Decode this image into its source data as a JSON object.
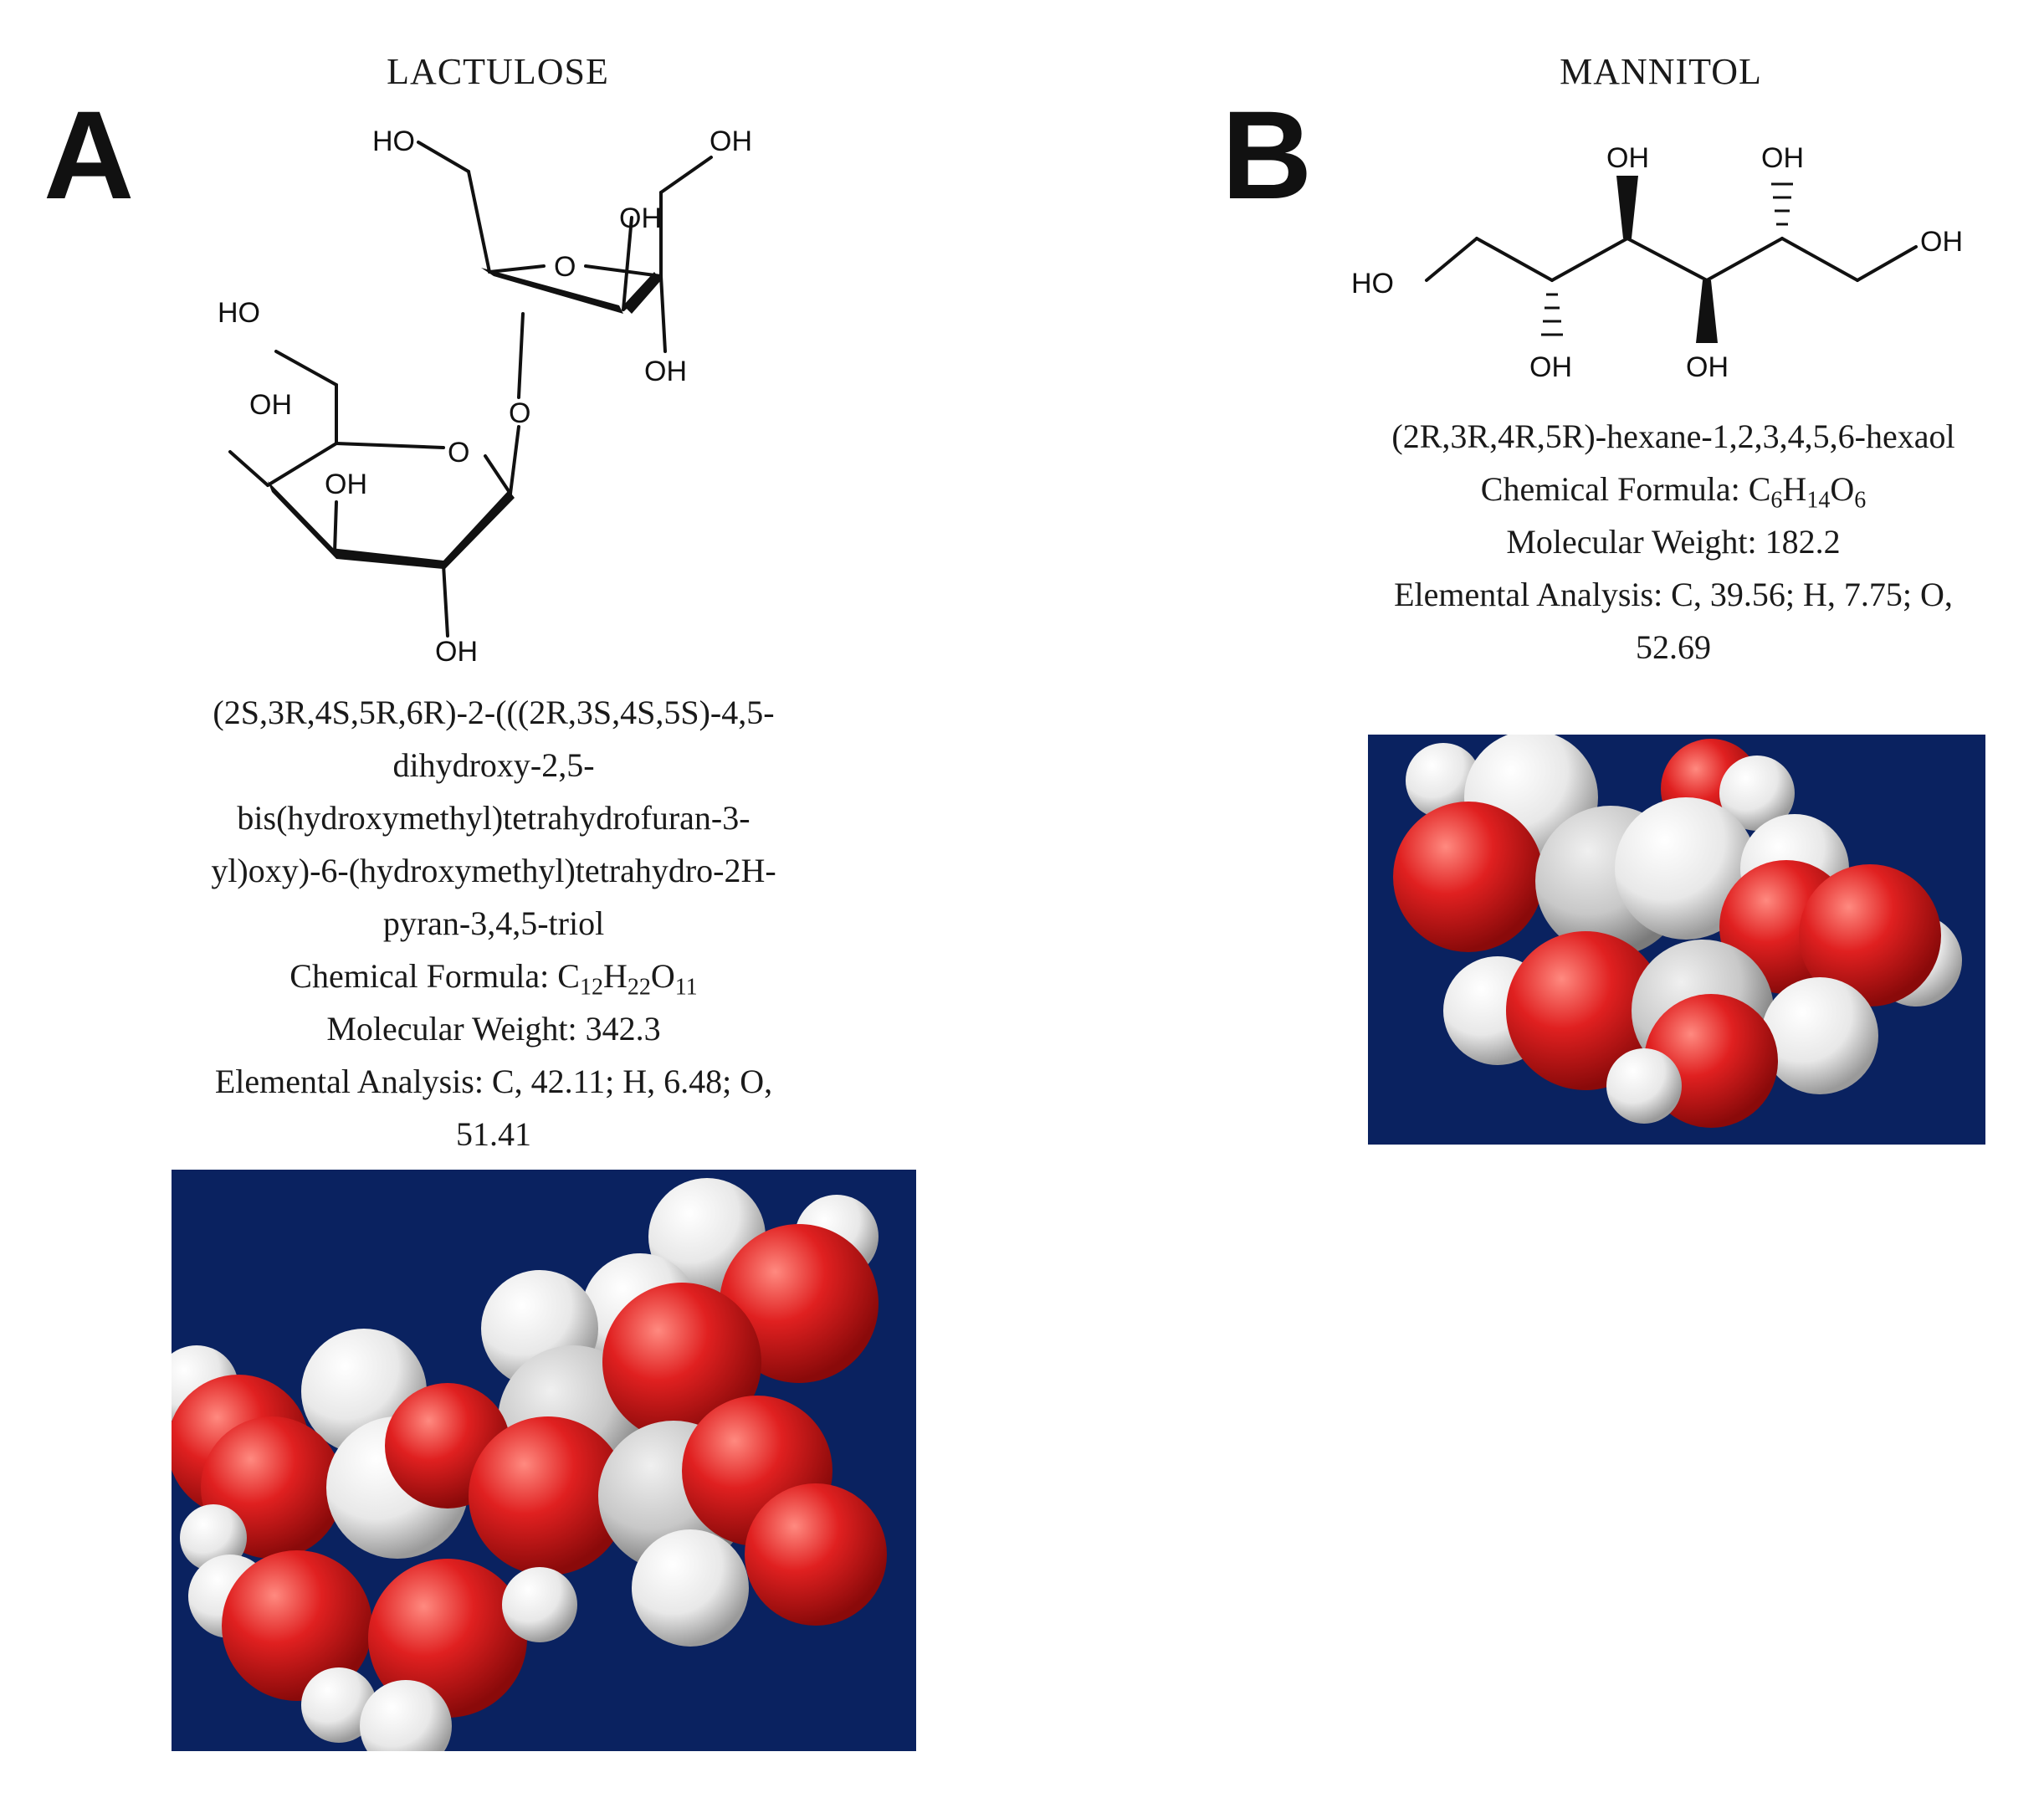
{
  "panels": [
    {
      "letter": "A",
      "title": "LACTULOSE",
      "iupac_lines": [
        "(2S,3R,4S,5R,6R)-2-(((2R,3S,4S,5S)-4,5-",
        "dihydroxy-2,5-",
        "bis(hydroxymethyl)tetrahydrofuran-3-",
        "yl)oxy)-6-(hydroxymethyl)tetrahydro-2H-",
        "pyran-3,4,5-triol"
      ],
      "formula_label": "Chemical Formula: ",
      "formula": [
        {
          "el": "C",
          "n": "12"
        },
        {
          "el": "H",
          "n": "22"
        },
        {
          "el": "O",
          "n": "11"
        }
      ],
      "mw_label": "Molecular Weight: 342.3",
      "ea_line1": "Elemental Analysis: C, 42.11; H, 6.48; O,",
      "ea_line2": "51.41",
      "structure_labels": {
        "ho_top": "HO",
        "oh_top": "OH",
        "oh_mid": "OH",
        "ring_o_furan": "O",
        "oh_furan_bottom": "OH",
        "ho_left": "HO",
        "oh_left": "OH",
        "link_o": "O",
        "ring_o_pyran": "O",
        "oh_inner": "OH",
        "oh_bottom": "OH"
      }
    },
    {
      "letter": "B",
      "title": "MANNITOL",
      "iupac_line": "(2R,3R,4R,5R)-hexane-1,2,3,4,5,6-hexaol",
      "formula_label": "Chemical Formula: ",
      "formula": [
        {
          "el": "C",
          "n": "6"
        },
        {
          "el": "H",
          "n": "14"
        },
        {
          "el": "O",
          "n": "6"
        }
      ],
      "mw_label": "Molecular Weight: 182.2",
      "ea_line1": "Elemental Analysis: C, 39.56; H, 7.75; O,",
      "ea_line2": "52.69",
      "structure_labels": {
        "ho_left": "HO",
        "oh_c2": "OH",
        "oh_c3": "OH",
        "oh_c4": "OH",
        "oh_c5": "OH",
        "oh_right": "OH"
      }
    }
  ],
  "colors": {
    "model_background": "#0a2260",
    "oxygen": "#e02020",
    "hydrogen": "#f2f2f2"
  }
}
